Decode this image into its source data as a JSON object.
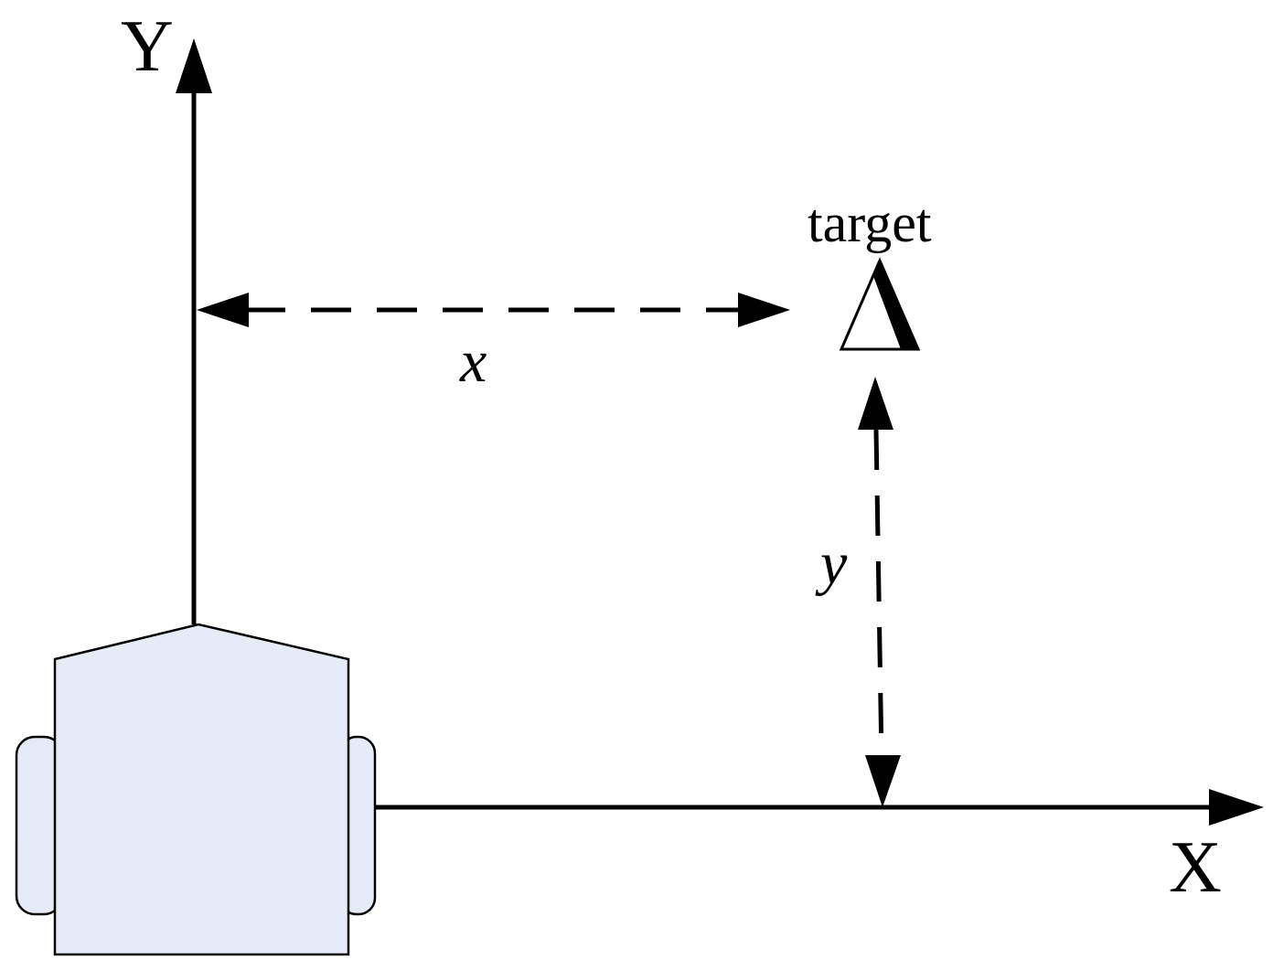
{
  "axes": {
    "y_label": "Y",
    "x_label": "X"
  },
  "target": {
    "label": "target",
    "symbol": "Δ"
  },
  "distances": {
    "x_label": "x",
    "y_label": "y"
  },
  "colors": {
    "line": "#000000",
    "robot_fill": "#e6ecf7",
    "robot_stroke": "#000000",
    "background": "#ffffff"
  }
}
